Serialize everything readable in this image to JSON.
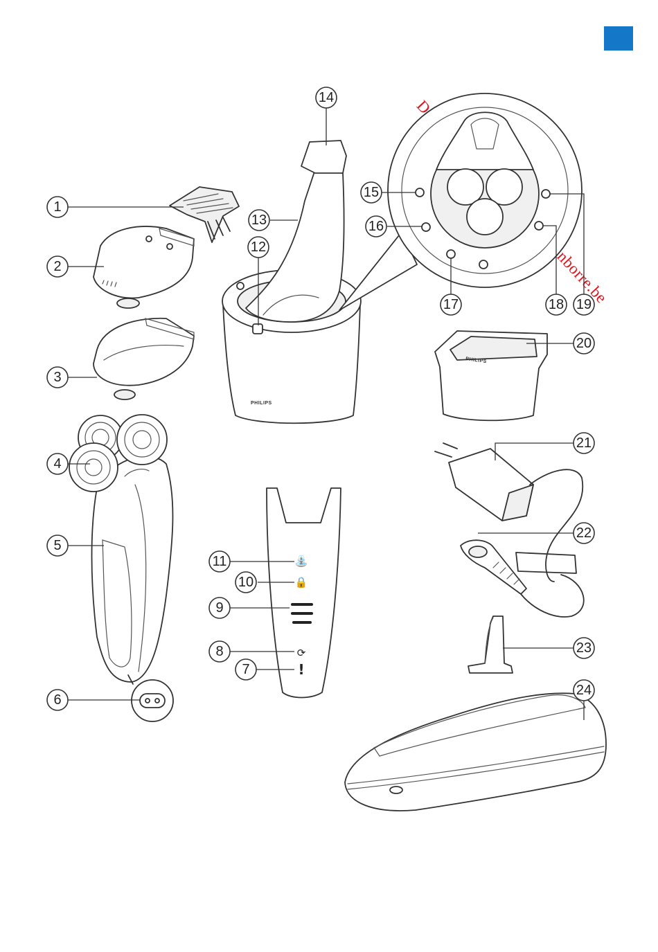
{
  "watermark": "Downloaded from www.vandenborre.be",
  "brand_label": "PHILIPS",
  "brand_cartridge": "PHILIPS",
  "tab_color": "#1577c8",
  "watermark_color": "#e0141e",
  "callouts": [
    "1",
    "2",
    "3",
    "4",
    "5",
    "6",
    "7",
    "8",
    "9",
    "10",
    "11",
    "12",
    "13",
    "14",
    "15",
    "16",
    "17",
    "18",
    "19",
    "20",
    "21",
    "22",
    "23",
    "24"
  ],
  "icons": {
    "1": "comb-attachment",
    "2": "beard-styler",
    "3": "precision-trimmer",
    "4": "shaving-head",
    "5": "shaver-body",
    "6": "socket-for-small-plug",
    "7": "exclamation-icon",
    "8": "head-replacement-icon",
    "9": "battery-level-bars",
    "10": "lock-icon",
    "11": "tap-icon",
    "12": "cleaning-button-icon",
    "13": "cleaning-unit-holder",
    "14": "cleaning-unit-lid",
    "15": "power-icon",
    "16": "cleaning-icon",
    "17": "drying-icon",
    "18": "ready-icon",
    "19": "cartridge-icon",
    "20": "cleaning-cartridge",
    "21": "power-supply",
    "22": "cleaning-brush",
    "23": "stand",
    "24": "pouch"
  }
}
